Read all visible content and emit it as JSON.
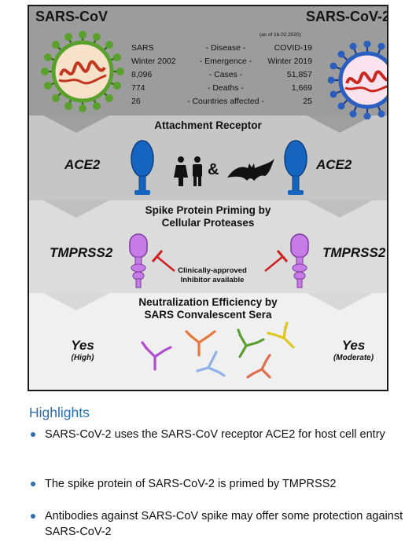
{
  "viruses": {
    "left_name": "SARS-CoV",
    "right_name": "SARS-CoV-2",
    "as_of": "(as of 16.02.2020)"
  },
  "comparison": [
    {
      "left": "SARS",
      "label": "- Disease -",
      "right": "COVID-19"
    },
    {
      "left": "Winter 2002",
      "label": "- Emergence -",
      "right": "Winter 2019"
    },
    {
      "left": "8,096",
      "label": "- Cases -",
      "right": "51,857"
    },
    {
      "left": "774",
      "label": "- Deaths -",
      "right": "1,669"
    },
    {
      "left": "26",
      "label": "- Countries affected -",
      "right": "25"
    }
  ],
  "attachment": {
    "title": "Attachment Receptor",
    "left_label": "ACE2",
    "right_label": "ACE2",
    "ampersand": "&"
  },
  "priming": {
    "title_line1": "Spike Protein Priming by",
    "title_line2": "Cellular Proteases",
    "left_label": "TMPRSS2",
    "right_label": "TMPRSS2",
    "inhibitor_line1": "Clinically-approved",
    "inhibitor_line2": "Inhibitor available"
  },
  "neutralization": {
    "title_line1": "Neutralization Efficiency by",
    "title_line2": "SARS Convalescent Sera",
    "left_answer": "Yes",
    "left_detail": "(High)",
    "right_answer": "Yes",
    "right_detail": "(Moderate)"
  },
  "highlights": {
    "title": "Highlights",
    "items": [
      "SARS-CoV-2 uses the SARS-CoV receptor ACE2 for host cell entry",
      "The spike protein of SARS-CoV-2 is primed by TMPRSS2",
      "Antibodies against SARS-CoV spike may offer some protection against SARS-CoV-2"
    ]
  },
  "colors": {
    "highlight_blue": "#2b6fb0",
    "receptor_blue": "#1565c0",
    "protease_purple": "#b96ee0",
    "inhibitor_red": "#d02020",
    "sars_cov_green": "#5aa02c",
    "sars_cov2_blue": "#2a5fbf"
  }
}
